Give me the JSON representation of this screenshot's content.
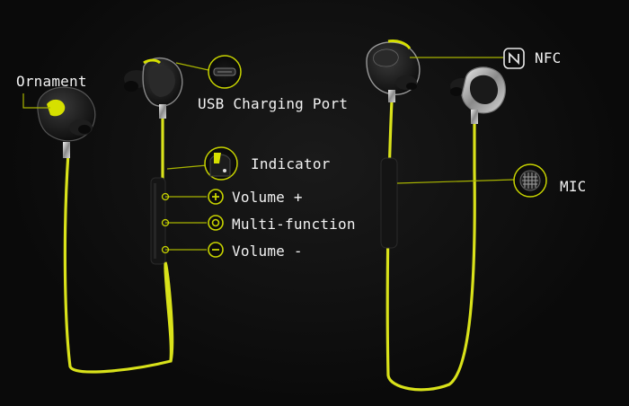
{
  "labels": {
    "ornament": "Ornament",
    "usb_port": "USB Charging Port",
    "indicator": "Indicator",
    "volume_up": "Volume +",
    "multi_function": "Multi-function",
    "volume_down": "Volume -",
    "nfc": "NFC",
    "mic": "MIC"
  },
  "icons": {
    "volume_up": "plus-icon",
    "multi_function": "ring-icon",
    "volume_down": "minus-icon",
    "nfc": "nfc-icon",
    "mic": "mic-grille-icon",
    "usb_port": "usb-port-icon",
    "indicator": "indicator-light-icon"
  },
  "colors": {
    "cable": "#d9e21a",
    "accent": "#c8d400",
    "leader_line": "#a8b400",
    "background": "#0b0b0b",
    "text": "#f2f2f2"
  }
}
